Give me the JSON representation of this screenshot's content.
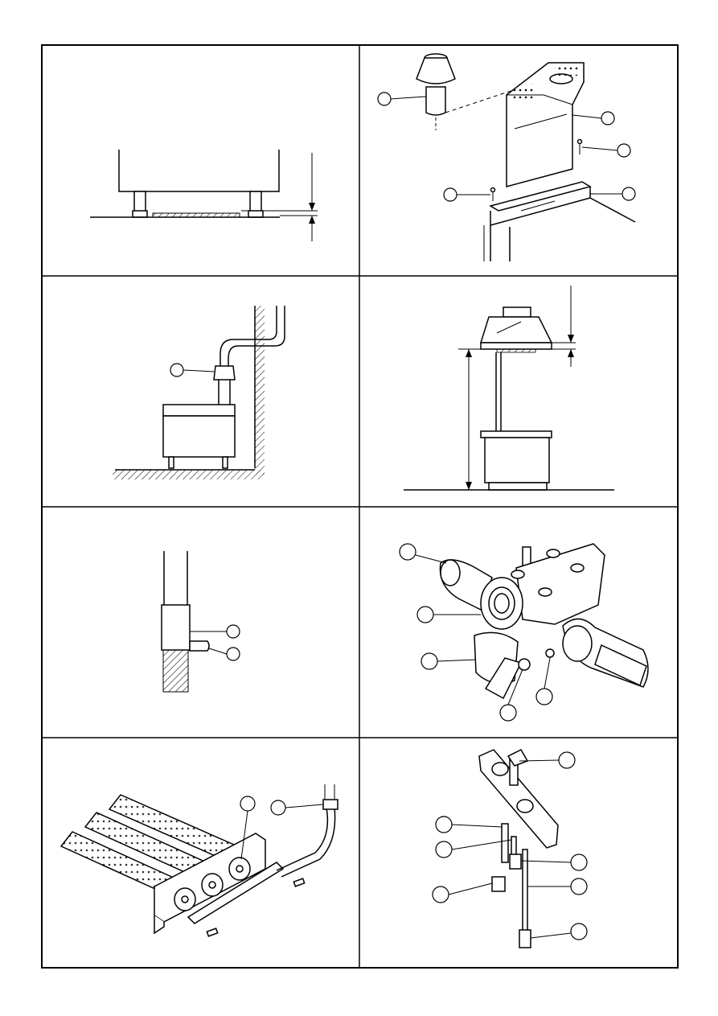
{
  "page": {
    "background": "#ffffff",
    "line_color": "#000000"
  },
  "panels": [
    {
      "id": "panel-1",
      "subject": "appliance-feet-leveling"
    },
    {
      "id": "panel-2",
      "subject": "flue-hood-assembly"
    },
    {
      "id": "panel-3",
      "subject": "flue-connection-to-wall"
    },
    {
      "id": "panel-4",
      "subject": "hood-height-dimension"
    },
    {
      "id": "panel-5",
      "subject": "pipe-nozzle"
    },
    {
      "id": "panel-6",
      "subject": "gas-valve"
    },
    {
      "id": "panel-7",
      "subject": "burner-assembly"
    },
    {
      "id": "panel-8",
      "subject": "pilot-thermocouple-bracket"
    }
  ]
}
